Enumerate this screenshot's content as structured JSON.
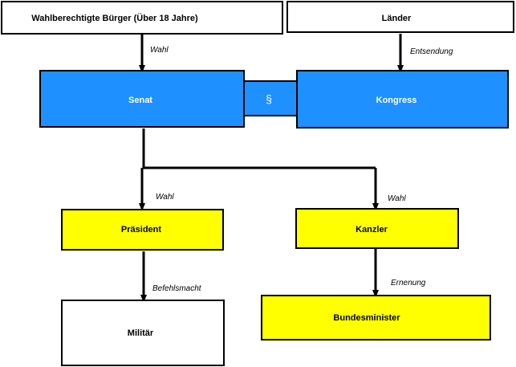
{
  "colors": {
    "blue": "#1e90ff",
    "yellow": "#ffff00",
    "white": "#ffffff",
    "line": "#000000"
  },
  "nodes": {
    "buerger": "Wahlberechtigte Bürger (Über 18 Jahre)",
    "laender": "Länder",
    "senat": "Senat",
    "paragraph": "§",
    "kongress": "Kongress",
    "praesident": "Präsident",
    "kanzler": "Kanzler",
    "militaer": "Militär",
    "bundesminister": "Bundesminister"
  },
  "edges": {
    "buerger_senat": "Wahl",
    "laender_kongress": "Entsendung",
    "senat_praesident": "Wahl",
    "senat_kanzler": "Wahl",
    "praesident_militaer": "Befehlsmacht",
    "kanzler_bundesminister": "Ernenung"
  }
}
